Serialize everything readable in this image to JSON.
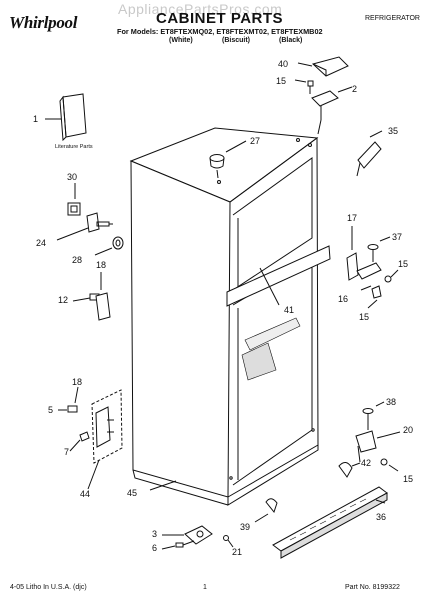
{
  "header": {
    "watermark": "AppliancePartsPros.com",
    "brand": "Whirlpool",
    "title": "CABINET PARTS",
    "category": "REFRIGERATOR",
    "models_line": "For Models: ET8FTEXMQ02, ET8FTEXMT02, ET8FTEXMB02",
    "colors": [
      "(White)",
      "(Biscuit)",
      "(Black)"
    ]
  },
  "literature_label": "Literature Parts",
  "callouts": [
    "1",
    "2",
    "3",
    "5",
    "6",
    "7",
    "12",
    "15",
    "16",
    "17",
    "18",
    "20",
    "21",
    "24",
    "27",
    "28",
    "30",
    "35",
    "36",
    "37",
    "38",
    "39",
    "40",
    "41",
    "42",
    "44",
    "45"
  ],
  "footer": {
    "left": "4-05 Litho In U.S.A. (djc)",
    "page": "1",
    "part_no": "Part No. 8199322"
  }
}
